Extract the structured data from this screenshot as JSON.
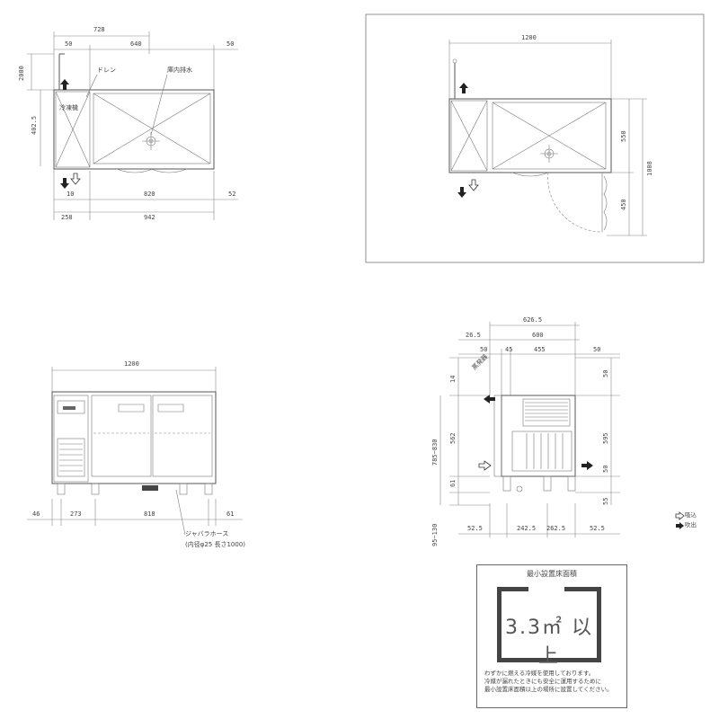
{
  "top_view": {
    "dims": {
      "overall_depth": "728",
      "left_col": "50",
      "mid_col": "640",
      "right_col": "50",
      "height_2000": "2000",
      "height_402": "402.5",
      "bottom_10": "10",
      "bottom_820": "820",
      "bottom_52": "52",
      "bottom_258": "258",
      "bottom_942": "942"
    },
    "labels": {
      "drain": "ドレン",
      "internal_drain": "庫内排水",
      "freezer": "冷凍機"
    }
  },
  "plan_view": {
    "dims": {
      "width": "1200",
      "depth_550": "550",
      "depth_450": "450",
      "depth_1008": "1008"
    }
  },
  "front_view": {
    "dims": {
      "width": "1200",
      "d46": "46",
      "d273": "273",
      "d818": "818",
      "d61": "61"
    },
    "labels": {
      "hose": "ジャバラホース",
      "hose_spec": "(内径φ25 長さ1000)"
    }
  },
  "side_view": {
    "dims": {
      "overall": "626.5",
      "d26": "26.5",
      "d600": "600",
      "d50a": "50",
      "d45": "45",
      "d455": "455",
      "d50b": "50",
      "d14": "14",
      "d50c": "50",
      "d785": "785~830",
      "d562": "562",
      "d595": "595",
      "d50d": "50",
      "d61": "61",
      "d55": "55",
      "d95": "95~130",
      "b52a": "52.5",
      "b242": "242.5",
      "b262": "262.5",
      "b52b": "52.5"
    },
    "labels": {
      "evaporator": "蒸発器"
    }
  },
  "legend": {
    "intake": "吸込",
    "exhaust": "吹出"
  },
  "notice": {
    "title": "最小設置床面積",
    "value": "3.3㎡ 以上",
    "text1": "わずかに燃える冷媒を使用しております。",
    "text2": "冷媒が漏れたときにも安全に運用するために",
    "text3": "最小設置床面積以上の場所に設置してください。"
  }
}
